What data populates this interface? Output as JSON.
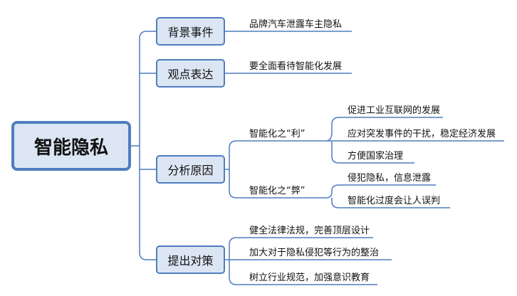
{
  "root": "智能隐私",
  "branches": [
    {
      "label": "背景事件",
      "children": [
        "品牌汽车泄露车主隐私"
      ]
    },
    {
      "label": "观点表达",
      "children": [
        "要全面看待智能化发展"
      ]
    },
    {
      "label": "分析原因",
      "groups": [
        {
          "label": "智能化之“利”",
          "children": [
            "促进工业互联网的发展",
            "应对突发事件的干扰，稳定经济发展",
            "方便国家治理"
          ]
        },
        {
          "label": "智能化之“弊”",
          "children": [
            "侵犯隐私，信息泄露",
            "智能化过度会让人误判"
          ]
        }
      ]
    },
    {
      "label": "提出对策",
      "children": [
        "健全法律法规，完善顶层设计",
        "加大对于隐私侵犯等行为的整治",
        "树立行业规范，加强意识教育"
      ]
    }
  ],
  "colors": {
    "line": "#4f7dbf",
    "node_fill": "#dbe5f3",
    "node_border": "#4f7dbf"
  }
}
